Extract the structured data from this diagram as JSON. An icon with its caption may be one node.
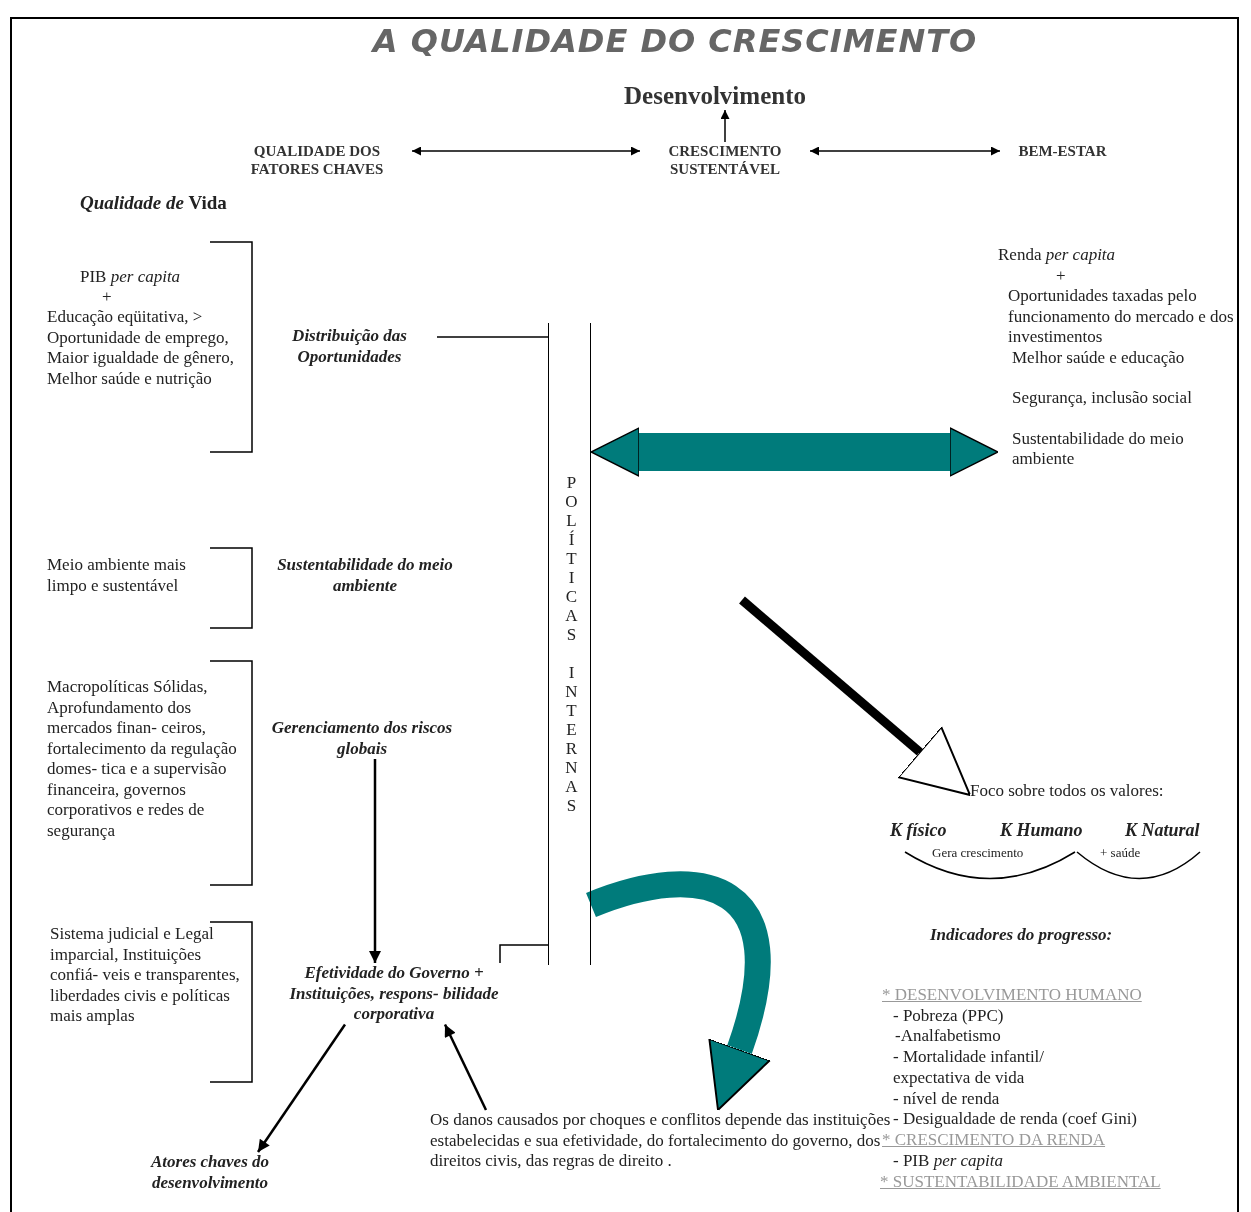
{
  "diagram": {
    "title": "A QUALIDADE DO CRESCIMENTO",
    "nodes": [
      {
        "text": [
          "Desenvolvimento"
        ]
      },
      {
        "text": [
          "QUALIDADE DOS FATORES CHAVES"
        ]
      },
      {
        "text": [
          "CRESCIMENTO SUSTENTÁVEL"
        ]
      },
      {
        "text": [
          "BEM-ESTAR"
        ]
      },
      {
        "text": [
          "Renda *per capita*",
          "+",
          "Oportunidades taxadas pelo funcionamento do mercado e dos investimentos",
          "Melhor saúde e educação",
          "Segurança, inclusão social",
          "Sustentabilidade do meio ambiente"
        ]
      },
      {
        "text": [
          "Distribuição das Oportunidades"
        ]
      },
      {
        "text": [
          "POLÍTICAS INTERNAS"
        ]
      },
      {
        "text": [
          "Gerenciamento dos riscos globais"
        ]
      },
      {
        "text": [
          "Foco sobre todos os valores:"
        ]
      },
      {
        "text": [
          "Efetividade do Governo + Instituições, respons- bilidade corporativa"
        ]
      },
      {
        "text": [
          "Atores chaves do desenvolvimento"
        ]
      },
      {
        "text": [
          "Os danos causados por choques e conflitos depende das instituições estabelecidas e sua efetividade, do fortalecimento do governo, dos direitos civis, das regras de direito ."
        ]
      }
    ],
    "edges": [
      {
        "from": 1,
        "to": 2,
        "arrow": "both"
      },
      {
        "from": 2,
        "to": 3,
        "arrow": "both"
      },
      {
        "from": 2,
        "to": 0,
        "arrow": "to"
      },
      {
        "from": 6,
        "to": 4,
        "arrow": "both",
        "style": "thick",
        "color": "#007b7b"
      },
      {
        "from": 5,
        "to": 6,
        "arrow": "none"
      },
      {
        "from": 6,
        "to": 9,
        "arrow": "none"
      },
      {
        "from": 7,
        "to": 9,
        "arrow": "to"
      },
      {
        "from": 9,
        "to": 10,
        "arrow": "to"
      },
      {
        "from": 11,
        "to": 9,
        "arrow": "to"
      },
      {
        "from": null,
        "to": 8,
        "arrow": "to",
        "style": "thick"
      },
      {
        "from": 6,
        "to": 11,
        "arrow": "to",
        "style": "thick",
        "color": "#007b7b"
      }
    ],
    "labels": [
      "*Qualidade de* Vida",
      "PIB *per capita*",
      "+",
      "Educação eqüitativa, > Oportunidade de emprego, Maior igualdade de gênero, Melhor saúde e nutrição",
      "Meio ambiente mais limpo e sustentável",
      "Sustentabilidade do meio ambiente",
      "Macropolíticas Sólidas, Aprofundamento dos mercados finan- ceiros, fortalecimento da regulação domes- tica e a supervisão financeira, governos corporativos e redes de segurança",
      "Sistema judicial e Legal imparcial, Instituições confiá- veis e transparentes, liberdades civis e políticas mais amplas",
      "K físico",
      "K Humano",
      "K Natural",
      "Gera crescimento",
      "+ saúde",
      "Indicadores do progresso:",
      "* DESENVOLVIMENTO HUMANO",
      "- Pobreza (PPC)",
      "-Analfabetismo",
      "- Mortalidade infantil/ expectativa de vida",
      "- nível de renda",
      "- Desigualdade de renda (coef Gini)",
      "* CRESCIMENTO DA RENDA",
      "- PIB *per capita*",
      "* SUSTENTABILIDADE AMBIENTAL"
    ]
  }
}
